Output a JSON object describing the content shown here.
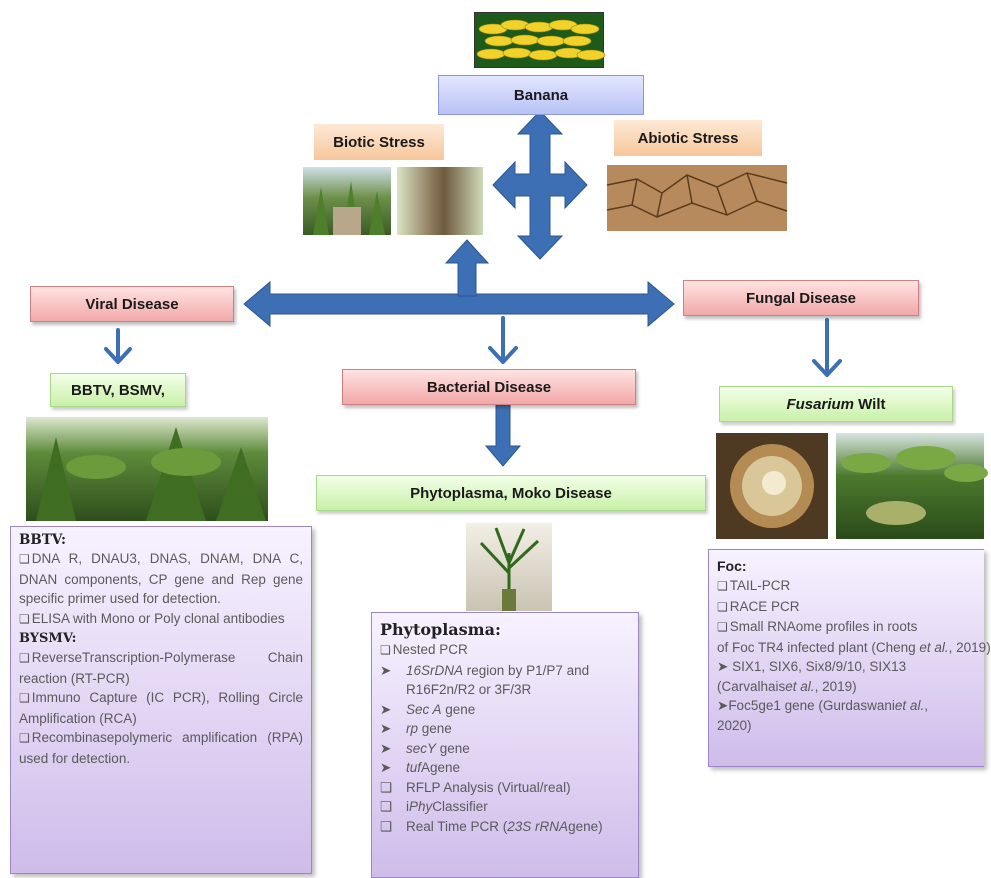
{
  "top": {
    "banana": "Banana",
    "biotic": "Biotic Stress",
    "abiotic": "Abiotic Stress"
  },
  "diseases": {
    "viral": "Viral Disease",
    "fungal": "Fungal Disease",
    "bacterial": "Bacterial Disease"
  },
  "pathogens": {
    "viral": "BBTV, BSMV,",
    "bacterial": "Phytoplasma, Moko Disease",
    "fungal_italic": "Fusarium",
    "fungal_rest": " Wilt"
  },
  "bbtv_panel": {
    "title": "BBTV:",
    "lines": [
      "DNA R, DNAU3, DNAS, DNAM, DNA C, DNAN components, CP gene and Rep gene specific primer used for detection.",
      "ELISA with Mono or Poly clonal antibodies"
    ],
    "title2": "BYSMV:",
    "lines2": [
      "ReverseTranscription-Polymerase Chain reaction (RT-PCR)",
      "Immuno Capture (IC PCR), Rolling Circle Amplification (RCA)",
      "Recombinasepolymeric amplification (RPA) used for detection."
    ]
  },
  "phyto_panel": {
    "title": "Phytoplasma:",
    "nested": "Nested PCR",
    "i1_it": "16SrDNA",
    "i1_rest": " region by P1/P7 and R16F2n/R2 or 3F/3R",
    "i2_it": "Sec A",
    "i2_rest": " gene",
    "i3_it": "rp",
    "i3_rest": " gene",
    "i4_it": "secY",
    "i4_rest": " gene",
    "i5_it": "tuf",
    "i5_rest": "Agene",
    "s1": "RFLP Analysis (Virtual/real)",
    "s2_a": "i",
    "s2_it": "Phy",
    "s2_b": "Classifier",
    "s3_a": "Real Time PCR (",
    "s3_it": "23S rRNA",
    "s3_b": "gene)"
  },
  "foc_panel": {
    "title": "Foc:",
    "l1": "TAIL-PCR",
    "l2": "RACE PCR",
    "l3a": "Small RNAome profiles in roots",
    "l3b": "of Foc TR4 infected plant (Cheng ",
    "l3c": "et al.",
    "l3d": ", 2019)",
    "l4a": "SIX1, SIX6, Six8/9/10, SIX13",
    "l4b": "(Carvalhais",
    "l4c": "et al.",
    "l4d": ", 2019)",
    "l5a": "Foc5ge1 gene (Gurdaswani",
    "l5b": "et al.",
    "l5c": ",",
    "l5d": "2020)"
  },
  "colors": {
    "arrow_blue": "#3d6fb4",
    "banana_box": "#c9cff8",
    "disease_box": "#f4b3b3",
    "pathogen_box": "#d6f5bd",
    "stress_box": "#f9d3b0",
    "panel_purple": "#dccdf0"
  }
}
